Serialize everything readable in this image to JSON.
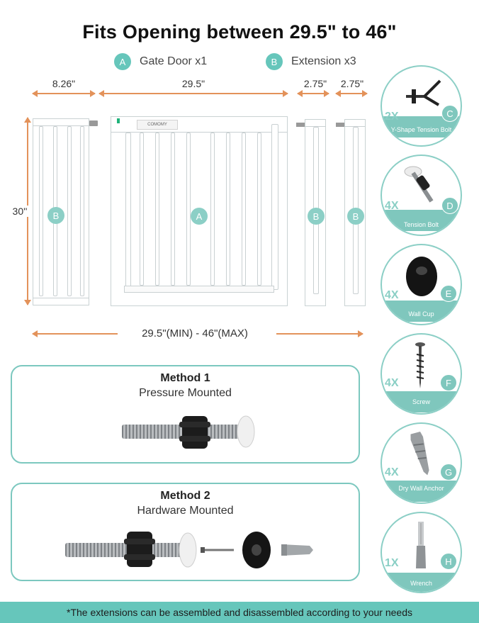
{
  "title": "Fits Opening between 29.5\" to 46\"",
  "legend": [
    {
      "letter": "A",
      "label": "Gate Door x1"
    },
    {
      "letter": "B",
      "label": "Extension x3"
    }
  ],
  "dimensions": {
    "ext_large_width": "8.26\"",
    "gate_width": "29.5\"",
    "ext_small_width_1": "2.75\"",
    "ext_small_width_2": "2.75\"",
    "height": "30''",
    "total": "29.5\"(MIN) - 46\"(MAX)"
  },
  "gate_labels": {
    "gate": "A",
    "ext1": "B",
    "ext2": "B",
    "ext3": "B"
  },
  "brand": "COMOMY",
  "methods": [
    {
      "title": "Method 1",
      "subtitle": "Pressure Mounted"
    },
    {
      "title": "Method 2",
      "subtitle": "Hardware Mounted"
    }
  ],
  "parts": [
    {
      "qty": "2X",
      "letter": "C",
      "name": "Y-Shape Tension Bolt",
      "icon": "y-shape-bolt-icon"
    },
    {
      "qty": "4X",
      "letter": "D",
      "name": "Tension Bolt",
      "icon": "tension-bolt-icon"
    },
    {
      "qty": "4X",
      "letter": "E",
      "name": "Wall Cup",
      "icon": "wall-cup-icon"
    },
    {
      "qty": "4X",
      "letter": "F",
      "name": "Screw",
      "icon": "screw-icon"
    },
    {
      "qty": "4X",
      "letter": "G",
      "name": "Dry Wall Anchor",
      "icon": "anchor-icon"
    },
    {
      "qty": "1X",
      "letter": "H",
      "name": "Wrench",
      "icon": "wrench-icon"
    }
  ],
  "footer": "*The extensions can be assembled and disassembled according to your needs",
  "colors": {
    "accent": "#66c6bb",
    "arrow": "#e3925a"
  }
}
